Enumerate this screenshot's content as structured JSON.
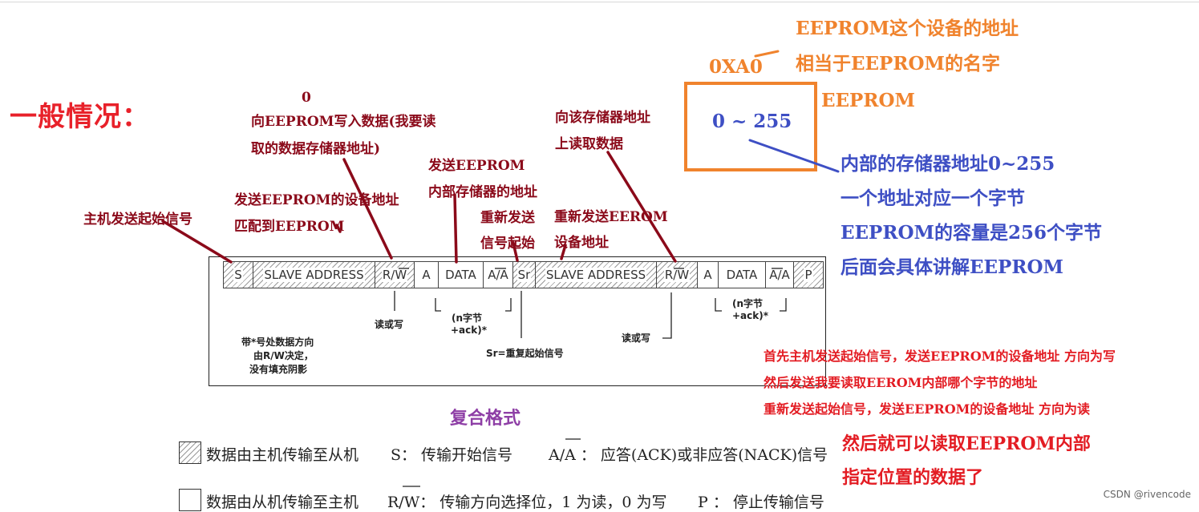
{
  "title": "一般情况：",
  "labels": {
    "rw_zero": "0",
    "write_eeprom_1": "向EEPROM写入数据(我要读",
    "write_eeprom_2": "取的数据存储器地址)",
    "read_addr_1": "向该存储器地址",
    "read_addr_2": "上读取数据",
    "send_internal_1": "发送EEPROM",
    "send_internal_2": "内部存储器的地址",
    "send_dev_1": "发送EEPROM的设备地址",
    "send_dev_2": "匹配到EEPROM",
    "master_start": "主机发送起始信号",
    "restart_1": "重新发送",
    "restart_2": "信号起始",
    "resend_dev_1": "重新发送EEROM",
    "resend_dev_2": "设备地址"
  },
  "orange_notes": {
    "dev_addr_title": "EEPROM这个设备的地址",
    "dev_addr_name": "相当于EEPROM的名字",
    "hex": "0XA0",
    "eeprom": "EEPROM",
    "range": "0 ~ 255"
  },
  "blue_notes": [
    "内部的存储器地址0~255",
    "一个地址对应一个字节",
    "EEPROM的容量是256个字节",
    "后面会具体讲解EEPROM"
  ],
  "frame": {
    "cells": [
      "S",
      "SLAVE ADDRESS",
      "R/W",
      "A",
      "DATA",
      "A/A",
      "Sr",
      "SLAVE ADDRESS",
      "R/W",
      "A",
      "DATA",
      "A/A",
      "P"
    ],
    "read_write_1": "读或写",
    "read_write_2": "读或写",
    "n_bytes_1a": "(n字节",
    "n_bytes_1b": "+ack)*",
    "n_bytes_2a": "(n字节",
    "n_bytes_2b": "+ack)*",
    "note_1": "带*号处数据方向",
    "note_2": "由R/W决定，",
    "note_3": "没有填充阴影",
    "sr_note": "Sr=重复起始信号"
  },
  "caption": "复合格式",
  "red_notes": [
    "首先主机发送起始信号，发送EEPROM的设备地址 方向为写",
    "然后发送我要读取EEROM内部哪个字节的地址",
    "重新发送起始信号，发送EEPROM的设备地址    方向为读"
  ],
  "red_big": [
    "然后就可以读取EEPROM内部",
    "指定位置的数据了"
  ],
  "legend": {
    "row1_a": "数据由主机传输至从机",
    "row1_b": "S：  传输开始信号",
    "row1_c": "A/A ：  应答(ACK)或非应答(NACK)信号",
    "row2_a": "数据由从机传输至主机",
    "row2_b": "R/W：  传输方向选择位，1 为读，0 为写",
    "row2_c": "P  ：  停止传输信号"
  },
  "watermark": "CSDN @rivencode",
  "colors": {
    "title_red": "#e8212a",
    "dark_red": "#8b0a1a",
    "orange": "#f0832d",
    "blue": "#3e4fc4",
    "purple": "#8e3fa6"
  }
}
